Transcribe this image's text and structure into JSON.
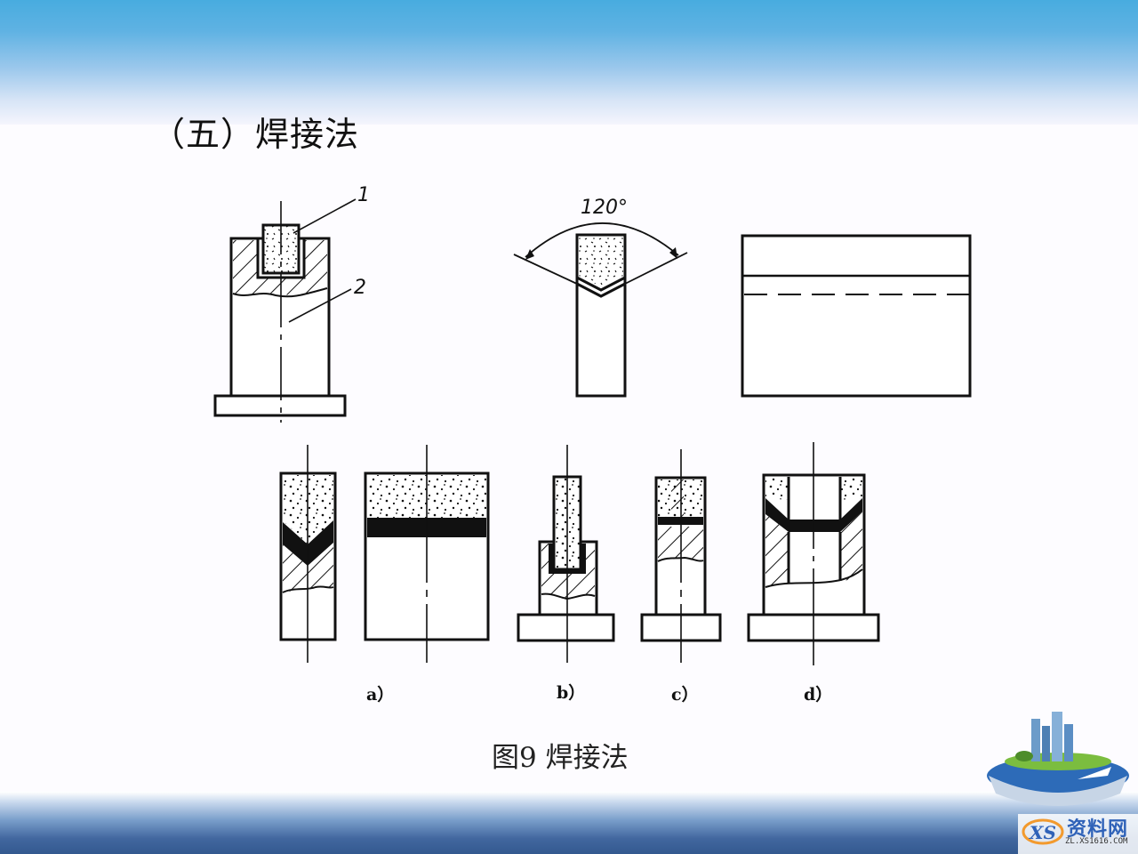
{
  "slide": {
    "title": "（五）焊接法",
    "caption": "图9  焊接法",
    "background": {
      "top_gradient": [
        "#48acdf",
        "#f5f5fd"
      ],
      "bottom_gradient": [
        "#ffffff",
        "#33598f"
      ]
    }
  },
  "figure": {
    "top_row": {
      "assembly": {
        "callouts": [
          "1",
          "2"
        ]
      },
      "v_joint": {
        "angle_label": "120°"
      },
      "plan_view": {}
    },
    "sub_labels": [
      "a）",
      "b）",
      "c）",
      "d）"
    ]
  },
  "watermark": {
    "logo_text": "XS",
    "site_name": "资料网",
    "url": "ZL.XS1616.COM"
  }
}
